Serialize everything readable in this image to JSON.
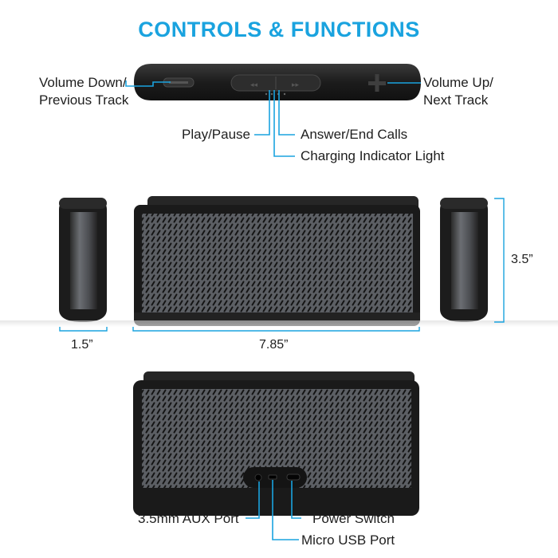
{
  "title": "CONTROLS & FUNCTIONS",
  "colors": {
    "accent": "#1aa3df",
    "body_dark": "#1f1f1f",
    "grille": "#5f6267"
  },
  "labels": {
    "volume_down_line1": "Volume Down/",
    "volume_down_line2": "Previous Track",
    "volume_up_line1": "Volume Up/",
    "volume_up_line2": "Next Track",
    "play_pause": "Play/Pause",
    "answer_end_calls": "Answer/End Calls",
    "charging_light": "Charging Indicator Light",
    "aux_port": "3.5mm AUX Port",
    "power_switch": "Power Switch",
    "micro_usb": "Micro USB Port"
  },
  "dimensions": {
    "height": "3.5”",
    "depth": "1.5”",
    "width": "7.85”"
  },
  "icons": [
    "minus-icon",
    "plus-icon",
    "previous-icon",
    "next-icon"
  ]
}
